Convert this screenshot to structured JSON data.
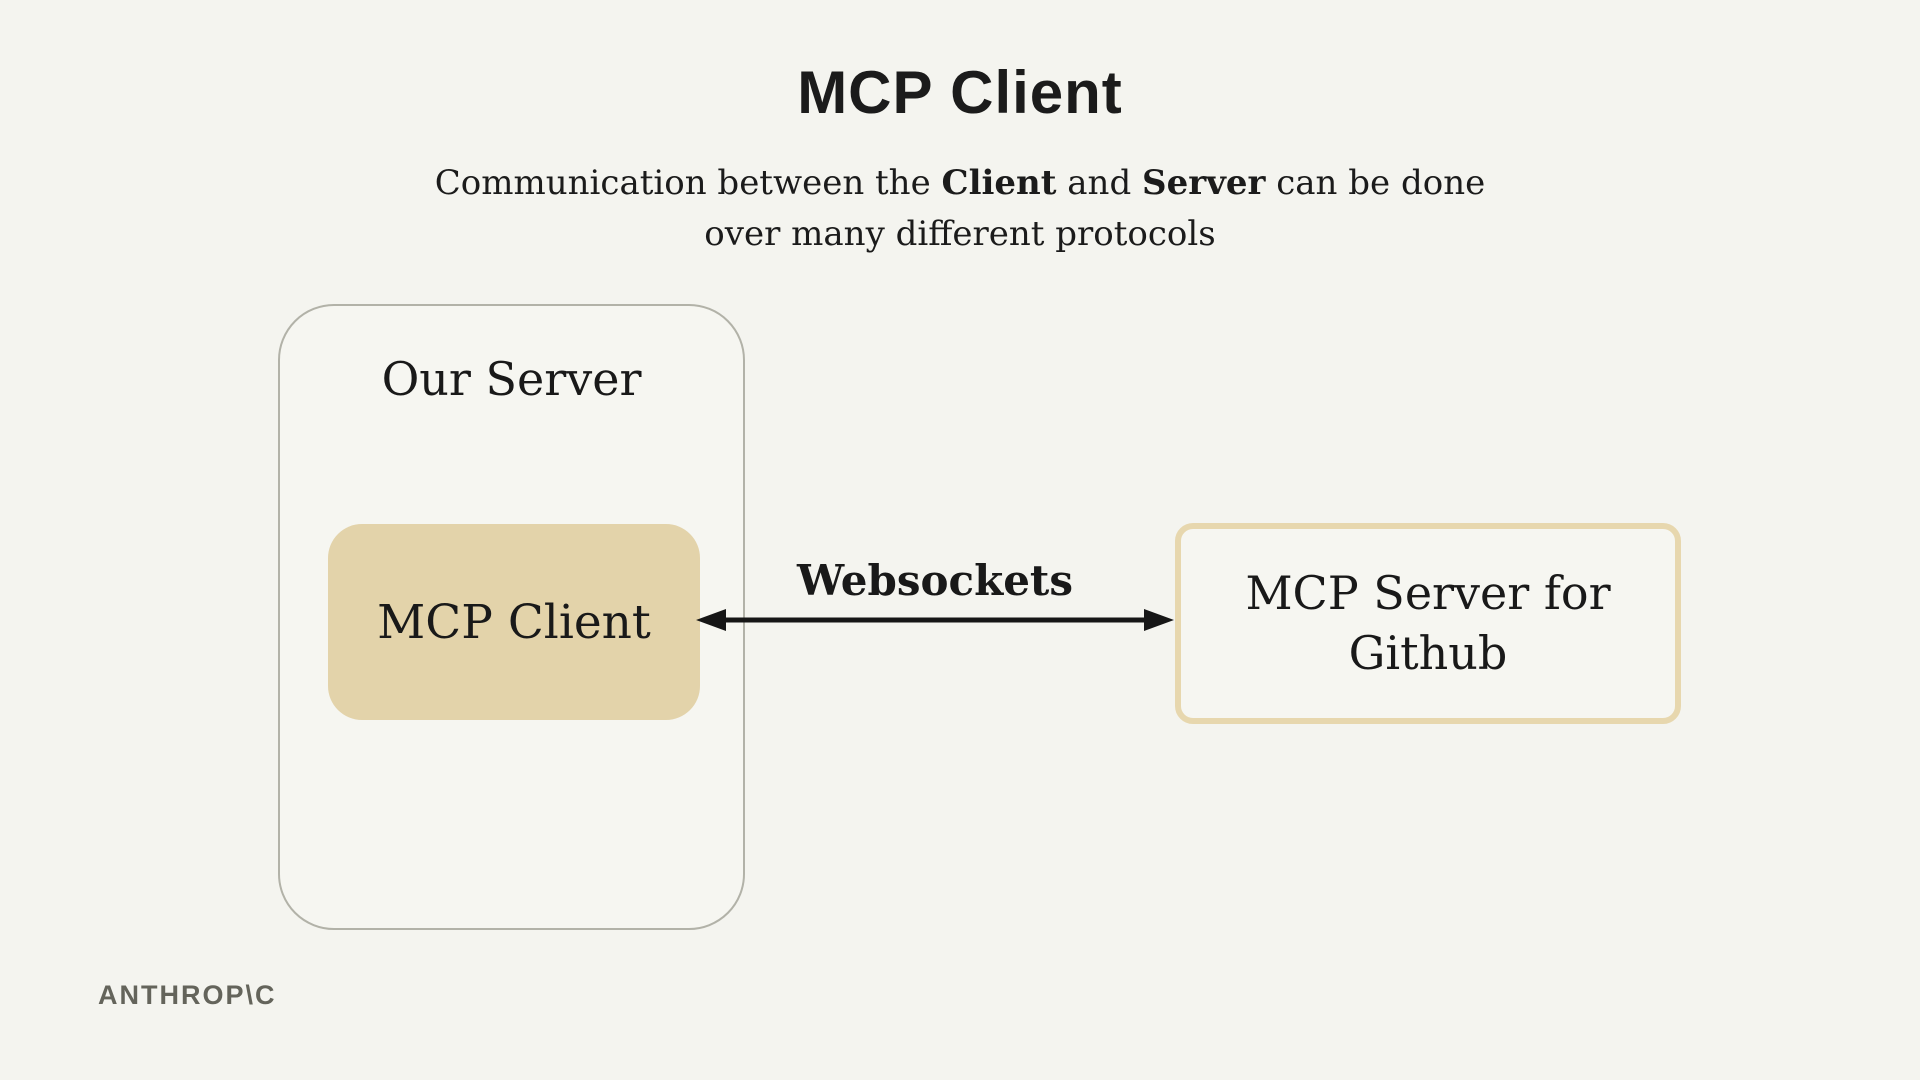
{
  "colors": {
    "background": "#f4f4ef",
    "panel_fill": "#f6f6f1",
    "panel_border": "#b2b2a8",
    "client_box_fill": "#e3d3aa",
    "server_box_border": "#e7d7ae",
    "text": "#1b1b1b",
    "arrow": "#161616",
    "logo": "#64645b"
  },
  "header": {
    "title": "MCP Client",
    "subtitle": {
      "l1_a": "Communication between the ",
      "l1_b": "Client",
      "l1_c": " and ",
      "l1_d": "Server",
      "l1_e": " can be done",
      "line2": "over many different protocols"
    }
  },
  "diagram": {
    "our_server": {
      "label": "Our Server"
    },
    "mcp_client": {
      "label": "MCP Client"
    },
    "connection": {
      "label": "Websockets"
    },
    "mcp_server": {
      "label_line1": "MCP Server for",
      "label_line2": "Github"
    }
  },
  "footer": {
    "logo_text": "ANTHROP\\C"
  }
}
